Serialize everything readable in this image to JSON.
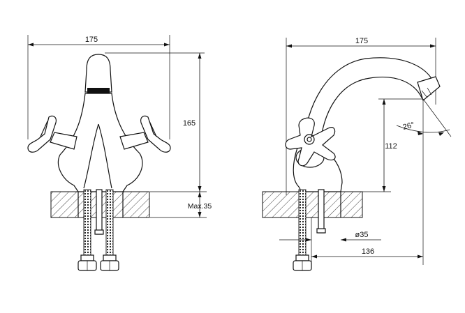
{
  "front_view": {
    "width_label": "175",
    "height_label": "165",
    "max_thickness_label": "Max.35"
  },
  "side_view": {
    "width_label": "175",
    "spout_height_label": "112",
    "angle_label": "26°",
    "hole_diameter_label": "ø35",
    "reach_label": "136"
  }
}
